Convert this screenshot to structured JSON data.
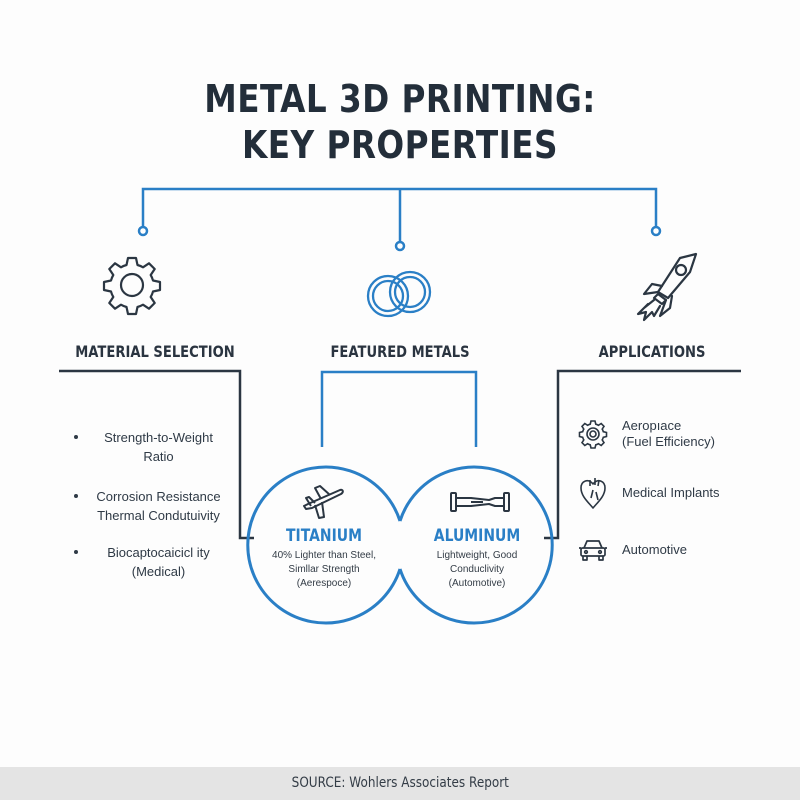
{
  "title": {
    "line1": "METAL 3D PRINTING:",
    "line2": "KEY PROPERTIES"
  },
  "colors": {
    "accent_blue": "#2a7fc6",
    "dark_navy": "#232e3a",
    "footer_bg": "#e4e4e4"
  },
  "columns": {
    "material_selection": {
      "heading": "MATERIAL SELECTION",
      "icon": "gear-icon",
      "bullets": [
        {
          "line1": "Strength-to-Weight",
          "line2": "Ratio"
        },
        {
          "line1": "Corrosion Resistance",
          "line2": "Thermal Condutuivity"
        },
        {
          "line1": "Biocaptocaicicl ity",
          "line2": "(Medical)"
        }
      ]
    },
    "featured_metals": {
      "heading": "FEATURED METALS",
      "icon": "interlocking-rings-icon",
      "metals": [
        {
          "name": "TITANIUM",
          "icon": "airplane-icon",
          "line1": "40% Lighter than Steel,",
          "line2": "Simllar Strength",
          "line3": "(Aerespoce)"
        },
        {
          "name": "ALUMINUM",
          "icon": "car-axle-icon",
          "line1": "Lightweight, Good",
          "line2": "Conduclivity",
          "line3": "(Automotive)"
        }
      ]
    },
    "applications": {
      "heading": "APPLICATIONS",
      "icon": "rocket-icon",
      "items": [
        {
          "icon": "gear-icon",
          "line1": "Aeropıace",
          "line2": "(Fuel Efficiency)"
        },
        {
          "icon": "heart-icon",
          "line1": "Medical Implants",
          "line2": ""
        },
        {
          "icon": "car-icon",
          "line1": "Automotive",
          "line2": ""
        }
      ]
    }
  },
  "footer": {
    "source": "SOURCE: Wohlers Associates Report"
  }
}
